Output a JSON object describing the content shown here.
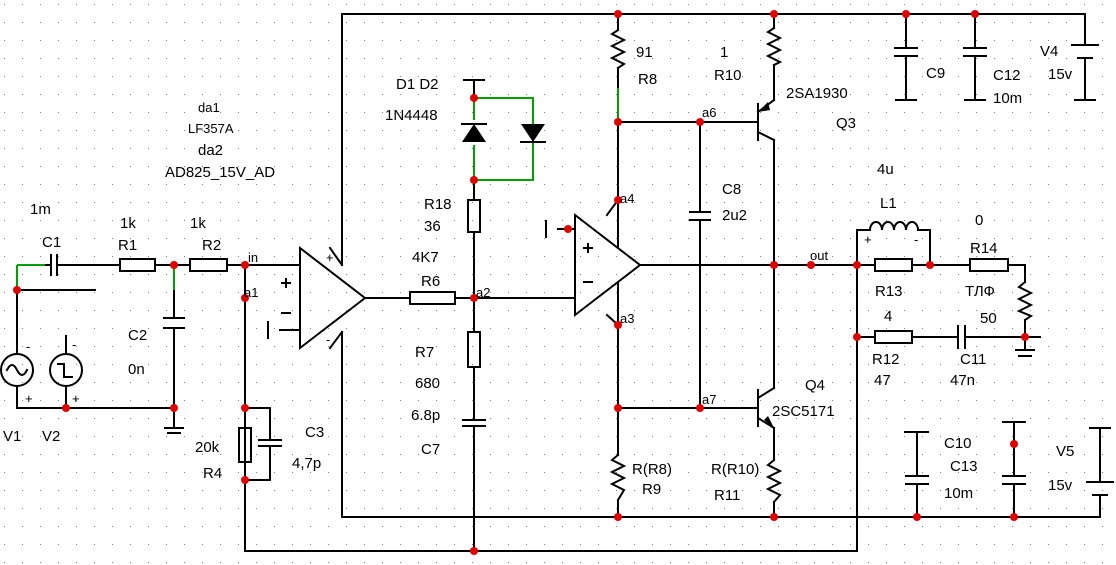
{
  "labels": {
    "da1": "da1",
    "lf357a": "LF357A",
    "da2": "da2",
    "ad825": "AD825_15V_AD",
    "c1_val": "1m",
    "c1": "C1",
    "r1_val": "1k",
    "r1": "R1",
    "r2_val": "1k",
    "r2": "R2",
    "in": "in",
    "a1": "a1",
    "c2": "C2",
    "c2_val": "0n",
    "v1": "V1",
    "v2": "V2",
    "r4_val": "20k",
    "r4": "R4",
    "c3": "C3",
    "c3_val": "4,7p",
    "d1d2": "D1 D2",
    "d_part": "1N4448",
    "r18": "R18",
    "r18_val": "36",
    "r6_val": "4K7",
    "r6": "R6",
    "a2": "a2",
    "r7": "R7",
    "r7_val": "680",
    "c7_val": "6.8p",
    "c7": "C7",
    "r8_val": "91",
    "r8": "R8",
    "r10_val": "1",
    "r10": "R10",
    "a6": "a6",
    "q3_part": "2SA1930",
    "q3": "Q3",
    "c9": "C9",
    "c12": "C12",
    "c12_val": "10m",
    "v4": "V4",
    "v4_val": "15v",
    "a4": "a4",
    "c8": "C8",
    "c8_val": "2u2",
    "l1_val": "4u",
    "l1": "L1",
    "r14_val": "0",
    "r14": "R14",
    "out": "out",
    "r13": "R13",
    "tlf": "ТЛФ",
    "r13_val": "4",
    "tlf_val": "50",
    "r12": "R12",
    "r12_val": "47",
    "c11": "C11",
    "c11_val": "47n",
    "a3": "a3",
    "a7": "a7",
    "q4": "Q4",
    "q4_part": "2SC5171",
    "c10": "C10",
    "c13": "C13",
    "c13_val": "10m",
    "v5": "V5",
    "v5_val": "15v",
    "r9_val": "R(R8)",
    "r9": "R9",
    "r11_val": "R(R10)",
    "r11": "R11"
  },
  "colors": {
    "wire": "#000000",
    "node": "#e00000",
    "highlight_wire": "#00a000",
    "grid_dot": "#808080"
  }
}
